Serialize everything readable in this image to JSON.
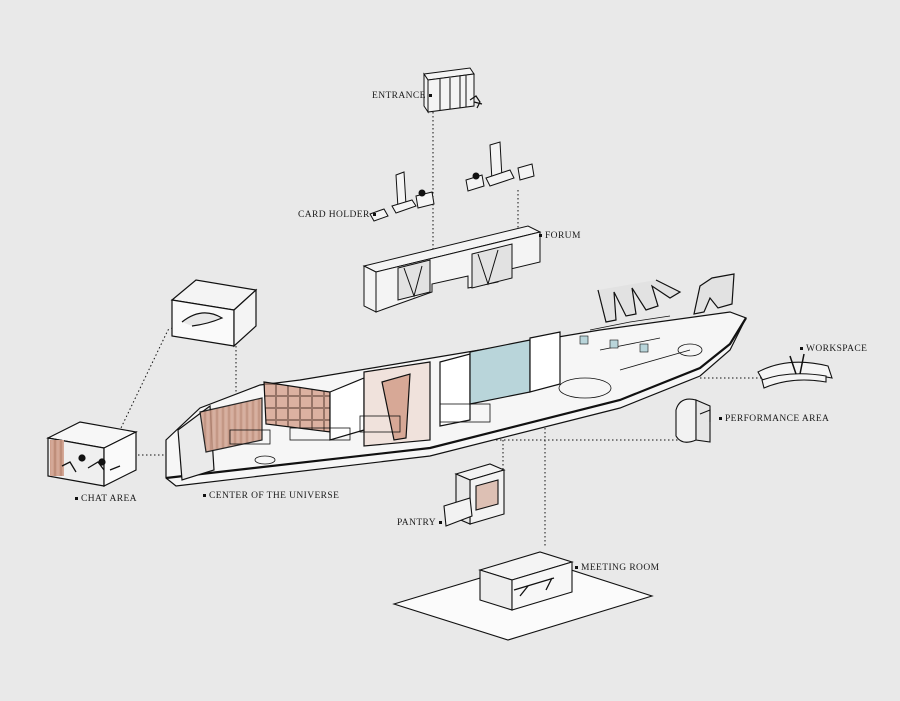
{
  "labels": {
    "entrance": "ENTRANCE",
    "card_holder": "CARD HOLDER",
    "forum": "FORUM",
    "workspace": "WORKSPACE",
    "performance_area": "PERFORMANCE AREA",
    "chat_area": "CHAT AREA",
    "center_of_universe": "CENTER OF THE UNIVERSE",
    "pantry": "PANTRY",
    "meeting_room": "MEETING ROOM"
  },
  "colors": {
    "background": "#e9e9e9",
    "line": "#1a1a1a",
    "wood": "#d8ab98",
    "glass_blue": "#b9d5da",
    "panel": "#f4f4f4"
  }
}
